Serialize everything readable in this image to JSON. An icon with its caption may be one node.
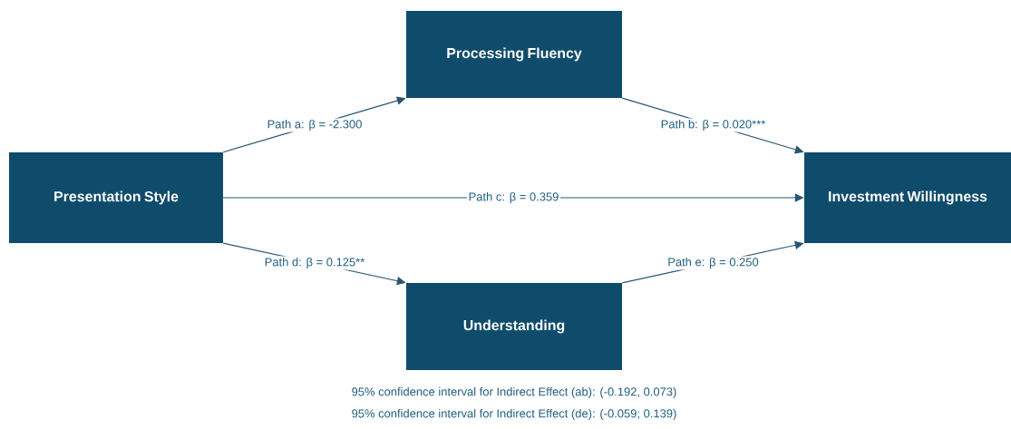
{
  "diagram": {
    "nodes": [
      {
        "text": [
          "Processing Fluency"
        ]
      },
      {
        "text": [
          "Presentation Style"
        ]
      },
      {
        "text": [
          "Investment Willingness"
        ]
      },
      {
        "text": [
          "Understanding"
        ]
      }
    ],
    "edges": [
      {
        "from": 1,
        "to": 0,
        "arrow": "to",
        "label": "Path a: β = -2.300"
      },
      {
        "from": 0,
        "to": 2,
        "arrow": "to",
        "label": "Path b: β = 0.020***"
      },
      {
        "from": 1,
        "to": 2,
        "arrow": "to",
        "label": "Path c: β = 0.359"
      },
      {
        "from": 1,
        "to": 3,
        "arrow": "to",
        "label": "Path d: β = 0.125**"
      },
      {
        "from": 3,
        "to": 2,
        "arrow": "to",
        "label": "Path e: β = 0.250"
      }
    ],
    "labels": [
      "95% confidence interval for Indirect Effect (ab): (-0.192, 0.073)",
      "95% confidence interval for Indirect Effect (de): (-0.059; 0.139)"
    ]
  }
}
